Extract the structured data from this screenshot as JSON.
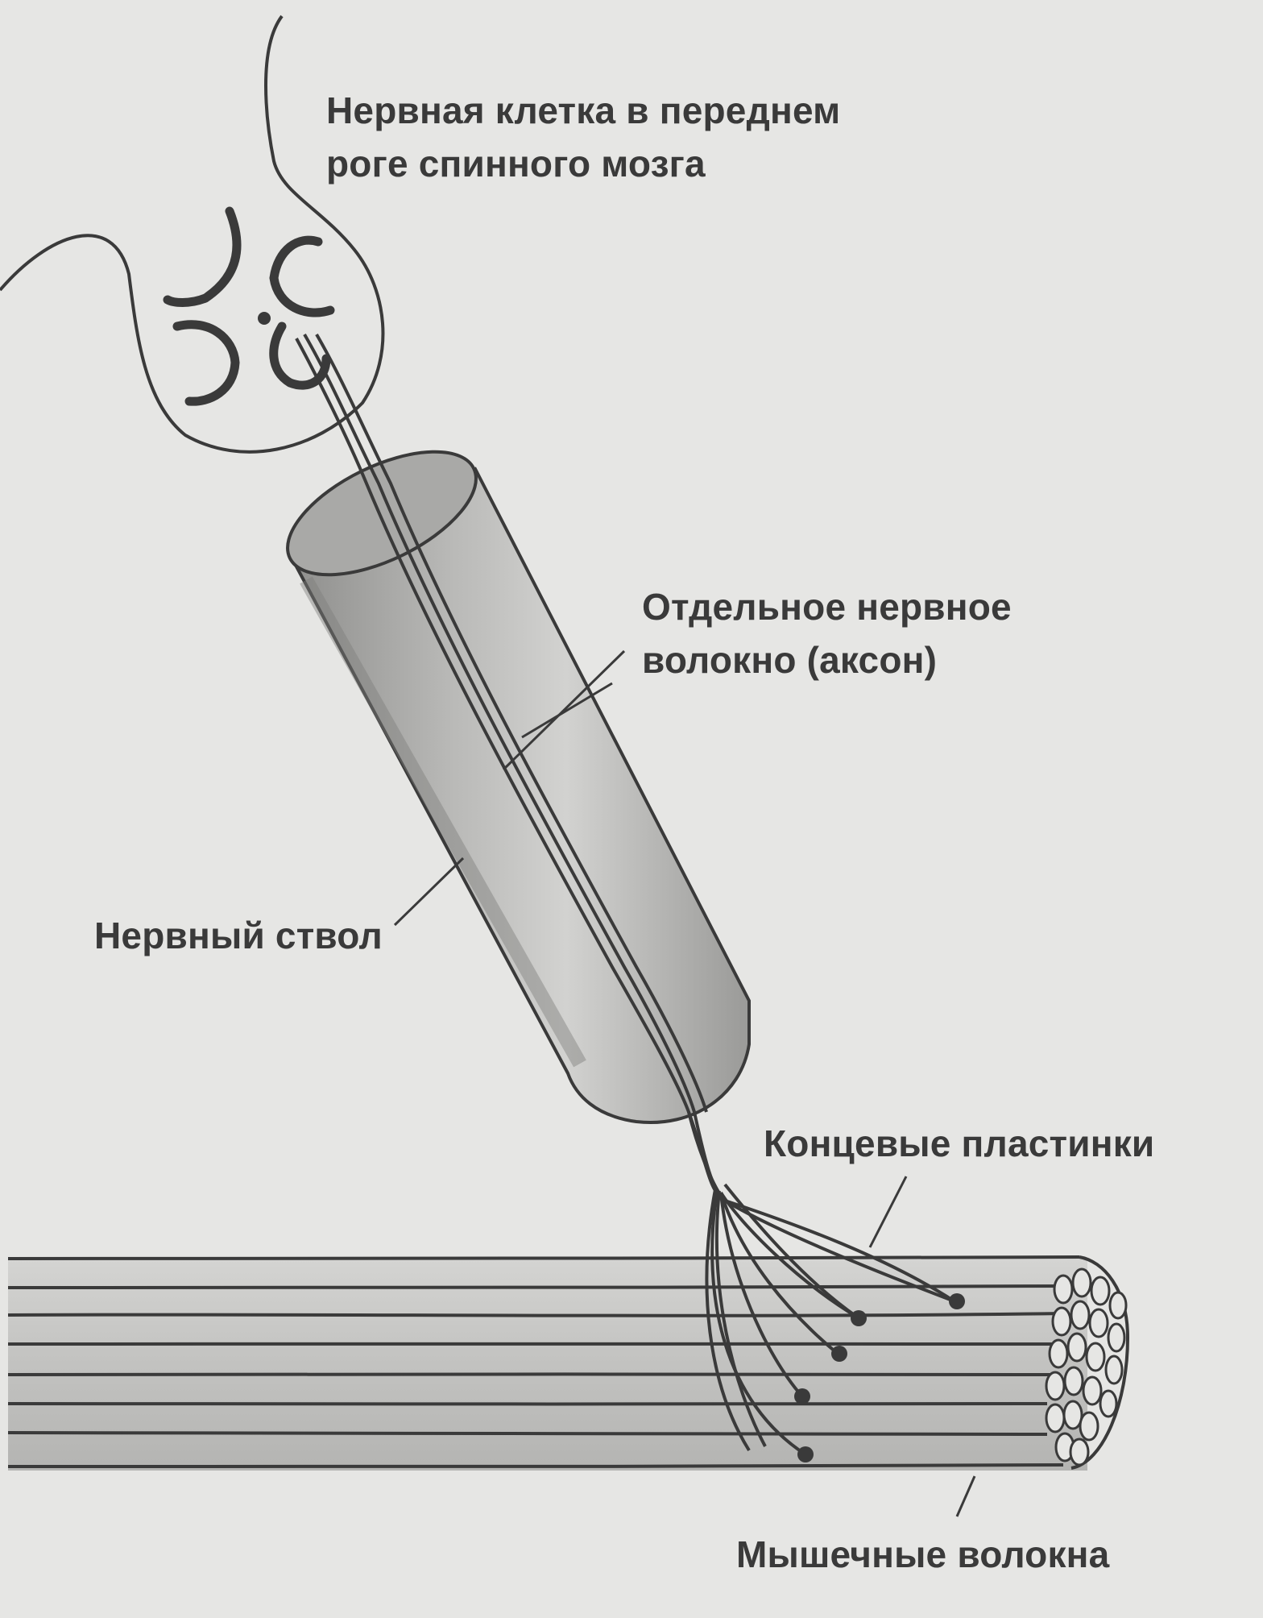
{
  "labels": {
    "nerve_cell": [
      "Нервная клетка в переднем",
      "роге спинного мозга"
    ],
    "single_fiber": [
      "Отдельное нервное",
      "волокно (аксон)"
    ],
    "nerve_trunk": "Нервный ствол",
    "end_plates": "Концевые пластинки",
    "muscle_fibers": "Мышечные волокна"
  },
  "colors": {
    "background": "#e6e6e4",
    "ink": "#3a3a3a",
    "muscle_fill": "#c6c6c4",
    "trunk_fill": "#b5b5b3"
  }
}
